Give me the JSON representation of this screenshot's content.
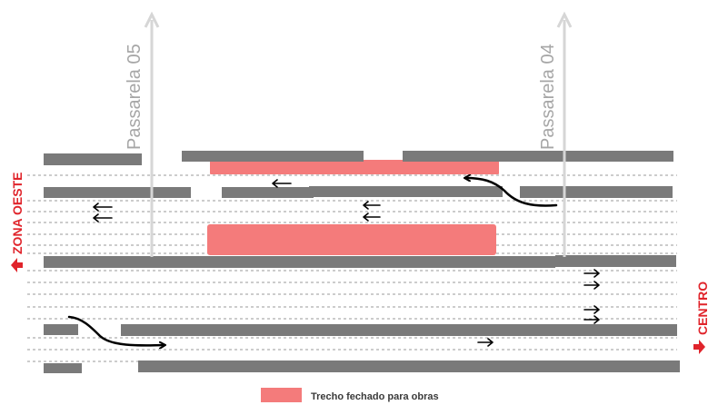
{
  "labels": {
    "bridge_left": "Passarela 05",
    "bridge_right": "Passarela 04",
    "west": "ZONA OESTE",
    "east": "CENTRO"
  },
  "legend": {
    "text": "Trecho fechado  para obras",
    "color": "#f47b7b"
  },
  "colors": {
    "road_bar": "#7a7a7a",
    "closed_section": "#f47b7b",
    "side_labels": "#e0242b",
    "bridges": "#d6d6d6"
  }
}
